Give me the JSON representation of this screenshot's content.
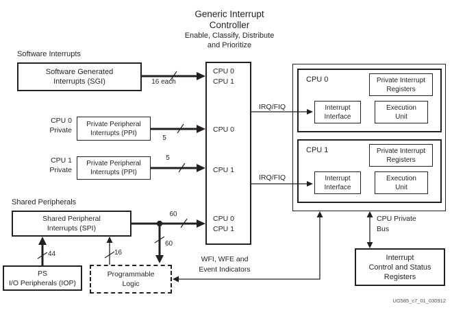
{
  "figure": {
    "title_line1": "Generic Interrupt",
    "title_line2": "Controller",
    "subtitle_line1": "Enable, Classify, Distribute",
    "subtitle_line2": "and Prioritize",
    "watermark": "UG585_c7_01_030912"
  },
  "colors": {
    "ink": "#231f20",
    "background": "#ffffff"
  },
  "sources": {
    "software_interrupts_label": "Software Interrupts",
    "sgi_line1": "Software Generated",
    "sgi_line2": "Interrupts (SGI)",
    "cpu0_private_line1": "CPU 0",
    "cpu0_private_line2": "Private",
    "ppi0_line1": "Private Peripheral",
    "ppi0_line2": "Interrupts (PPI)",
    "cpu1_private_line1": "CPU 1",
    "cpu1_private_line2": "Private",
    "ppi1_line1": "Private Peripheral",
    "ppi1_line2": "Interrupts (PPI)",
    "shared_peripherals_label": "Shared Peripherals",
    "spi_line1": "Shared Peripheral",
    "spi_line2": "Interrupts (SPI)",
    "ps_line1": "PS",
    "ps_line2": "I/O Peripherals (IOP)",
    "pl_line1": "Programmable",
    "pl_line2": "Logic"
  },
  "gic": {
    "row1a": "CPU 0",
    "row1b": "CPU 1",
    "row2": "CPU 0",
    "row3": "CPU 1",
    "row4a": "CPU 0",
    "row4b": "CPU 1"
  },
  "bus_labels": {
    "sgi": "16 each",
    "ppi0": "5",
    "ppi1": "5",
    "spi": "60",
    "spi_down": "60",
    "iop": "44",
    "pl": "16",
    "irqfiq_cpu0": "IRQ/FIQ",
    "irqfiq_cpu1": "IRQ/FIQ",
    "wfi_line1": "WFI, WFE and",
    "wfi_line2": "Event Indicators",
    "cpu_bus_line1": "CPU Private",
    "cpu_bus_line2": "Bus"
  },
  "cpus": {
    "cpu0": {
      "name": "CPU 0",
      "pir_line1": "Private Interrupt",
      "pir_line2": "Registers",
      "ii_line1": "Interrupt",
      "ii_line2": "Interface",
      "eu_line1": "Execution",
      "eu_line2": "Unit"
    },
    "cpu1": {
      "name": "CPU 1",
      "pir_line1": "Private Interrupt",
      "pir_line2": "Registers",
      "ii_line1": "Interrupt",
      "ii_line2": "Interface",
      "eu_line1": "Execution",
      "eu_line2": "Unit"
    }
  },
  "icsr": {
    "line1": "Interrupt",
    "line2": "Control and Status",
    "line3": "Registers"
  }
}
